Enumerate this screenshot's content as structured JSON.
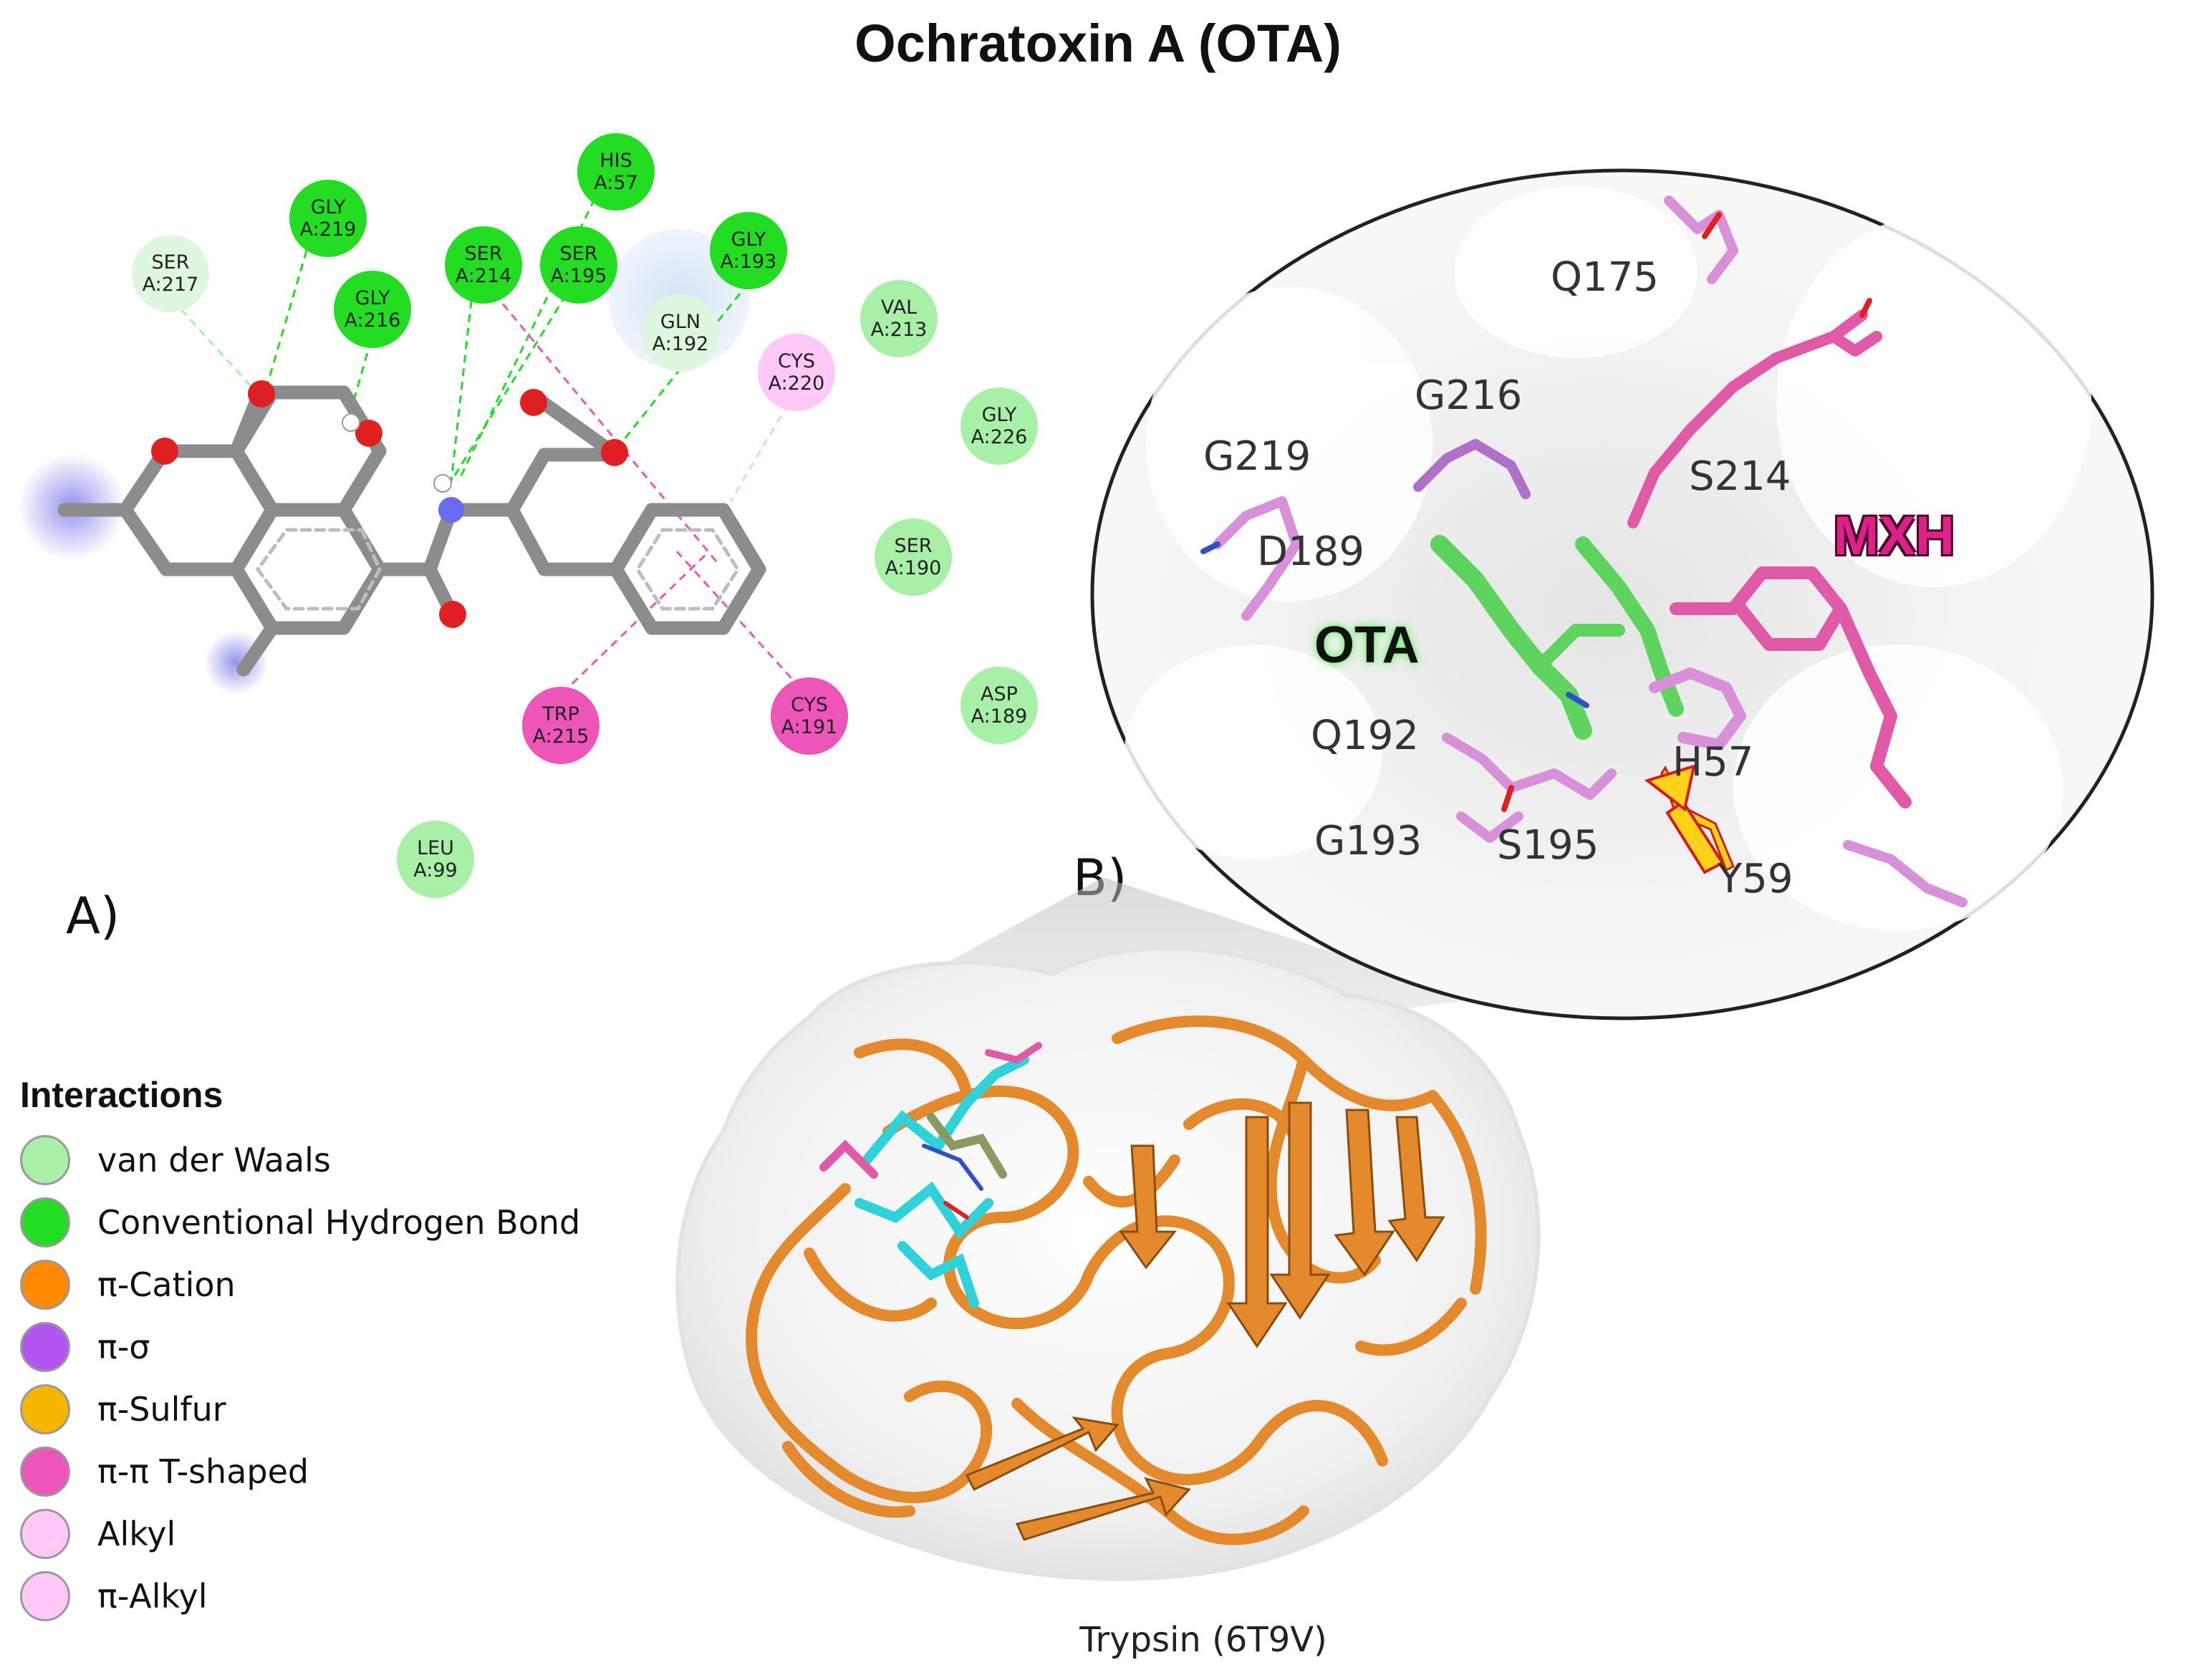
{
  "title": "Ochratoxin A (OTA)",
  "panels": {
    "a": "A)",
    "b": "B)"
  },
  "colors": {
    "vdw": "#a8f0a8",
    "hbond": "#22dd22",
    "pi_cation": "#ff8a00",
    "pi_sigma": "#b355f0",
    "pi_sulfur": "#f6b600",
    "pi_pi_tshaped": "#ee55b8",
    "alkyl": "#ffc8f6",
    "pi_alkyl": "#ffc8f6",
    "carbon": "#8c8c8c",
    "oxygen": "#e02020",
    "ribbon": "#e58a2c",
    "ota_stick": "#5ed35e",
    "mxh_stick": "#e05aa8",
    "residue_stick": "#d890d8"
  },
  "residues": [
    {
      "code": "HIS",
      "num": "A:57",
      "kind": "hbond"
    },
    {
      "code": "GLY",
      "num": "A:219",
      "kind": "hbond"
    },
    {
      "code": "SER",
      "num": "A:214",
      "kind": "hbond"
    },
    {
      "code": "SER",
      "num": "A:195",
      "kind": "hbond"
    },
    {
      "code": "GLY",
      "num": "A:193",
      "kind": "hbond"
    },
    {
      "code": "GLY",
      "num": "A:216",
      "kind": "hbond"
    },
    {
      "code": "SER",
      "num": "A:217",
      "kind": "vdw_light"
    },
    {
      "code": "GLN",
      "num": "A:192",
      "kind": "vdw_light"
    },
    {
      "code": "VAL",
      "num": "A:213",
      "kind": "vdw"
    },
    {
      "code": "CYS",
      "num": "A:220",
      "kind": "alkyl"
    },
    {
      "code": "GLY",
      "num": "A:226",
      "kind": "vdw"
    },
    {
      "code": "SER",
      "num": "A:190",
      "kind": "vdw"
    },
    {
      "code": "ASP",
      "num": "A:189",
      "kind": "vdw"
    },
    {
      "code": "TRP",
      "num": "A:215",
      "kind": "pi_pi_tshaped"
    },
    {
      "code": "CYS",
      "num": "A:191",
      "kind": "pi_pi_tshaped"
    },
    {
      "code": "LEU",
      "num": "A:99",
      "kind": "vdw"
    }
  ],
  "inset_labels": {
    "q175": "Q175",
    "g216": "G216",
    "g219": "G219",
    "s214": "S214",
    "d189": "D189",
    "mxh": "MXH",
    "ota": "OTA",
    "q192": "Q192",
    "h57": "H57",
    "g193": "G193",
    "s195": "S195",
    "y59": "Y59"
  },
  "caption": "Trypsin (6T9V)",
  "legend": {
    "title": "Interactions",
    "items": [
      {
        "label": "van der Waals",
        "color": "#a8f0a8"
      },
      {
        "label": "Conventional Hydrogen Bond",
        "color": "#22dd22"
      },
      {
        "label": "π-Cation",
        "color": "#ff8a00"
      },
      {
        "label": "π-σ",
        "color": "#b355f0"
      },
      {
        "label": "π-Sulfur",
        "color": "#f6b600"
      },
      {
        "label": "π-π T-shaped",
        "color": "#ee55b8"
      },
      {
        "label": "Alkyl",
        "color": "#ffc8f6"
      },
      {
        "label": "π-Alkyl",
        "color": "#ffc8f6"
      }
    ]
  }
}
